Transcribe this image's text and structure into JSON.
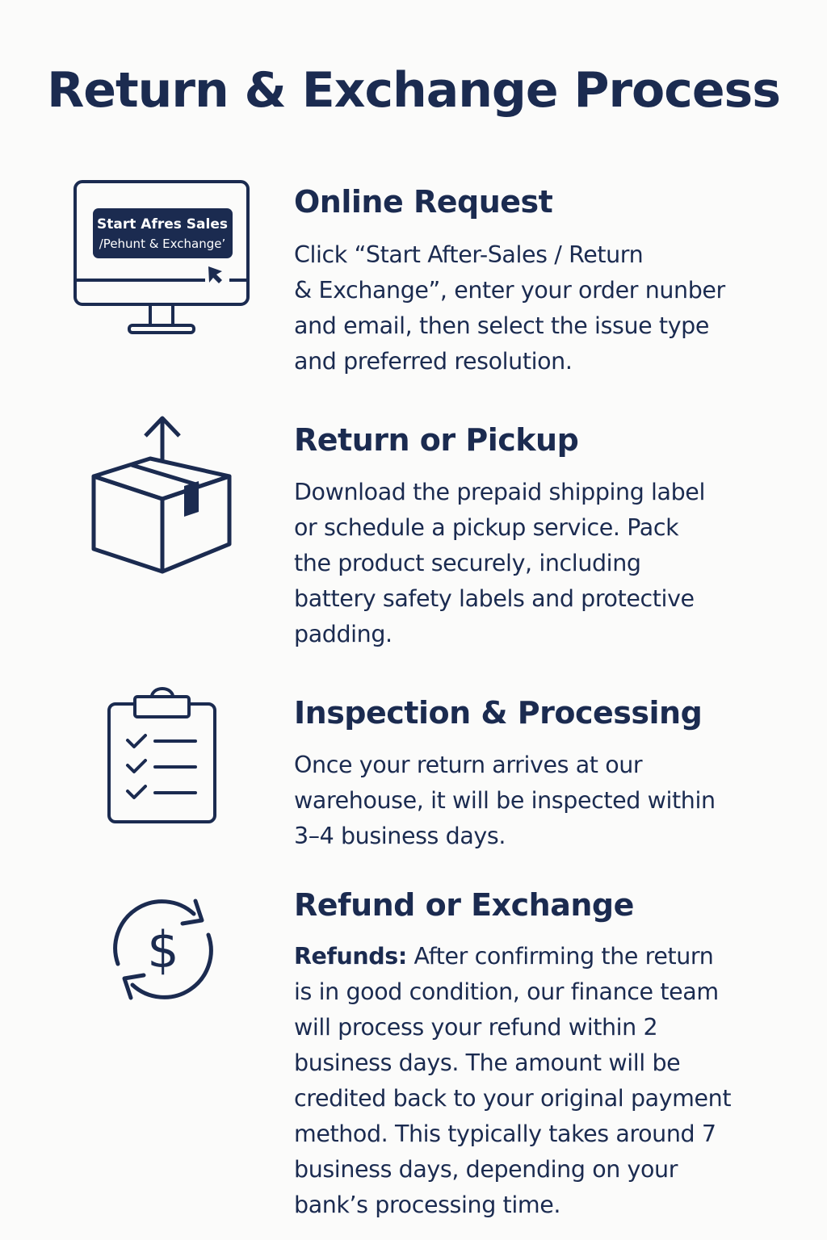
{
  "title": "Return & Exchange Process",
  "colors": {
    "primary": "#1b2b50",
    "background": "#fbfbfa"
  },
  "steps": [
    {
      "icon": "monitor-icon",
      "heading": "Online Request",
      "screen_button": {
        "line1": "Start Afres Sales",
        "line2": "/Pehunt & Exchange’"
      },
      "lines": [
        "Click “Start After-Sales / Return",
        "& Exchange”, enter your order nunber",
        "and email, then select the issue type",
        "and preferred resolution."
      ]
    },
    {
      "icon": "package-return-icon",
      "heading": "Return or Pickup",
      "lines": [
        "Download the prepaid shipping label",
        "or schedule a pickup service. Pack",
        "the product securely, including",
        "battery safety labels and protective",
        "padding."
      ]
    },
    {
      "icon": "clipboard-checklist-icon",
      "heading": "Inspection & Processing",
      "lines": [
        "Once your return arrives at our",
        "warehouse, it will be inspected within",
        "3–4 business days."
      ]
    },
    {
      "icon": "refund-cycle-icon",
      "heading": "Refund or Exchange",
      "lead": "Refunds:",
      "first_line_rest": " After confirming the return",
      "lines": [
        "is in good condition, our finance team",
        "will process your refund within 2",
        "business days. The amount will be",
        "credited back to your original payment",
        "method. This typically takes around 7",
        "business days, depending on your",
        "bank’s processing time."
      ]
    }
  ]
}
